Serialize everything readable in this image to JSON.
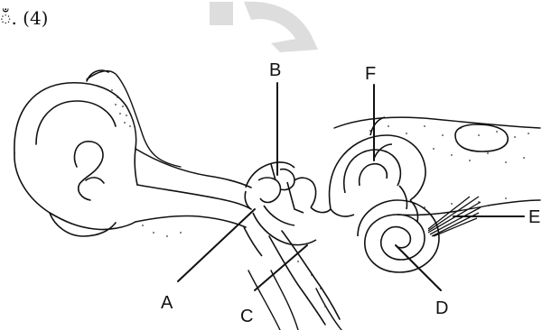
{
  "question_number": "ඁ. (4)",
  "labels": {
    "A": "A",
    "B": "B",
    "C": "C",
    "D": "D",
    "E": "E",
    "F": "F"
  },
  "colors": {
    "line": "#111111",
    "watermark": "#dddddd"
  }
}
